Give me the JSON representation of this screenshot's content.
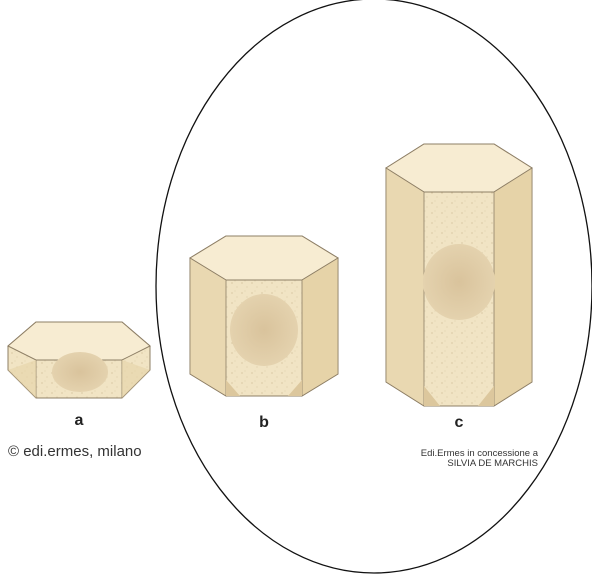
{
  "labels": {
    "a": "a",
    "b": "b",
    "c": "c"
  },
  "copyright": "© edi.ermes, milano",
  "credit": {
    "line1": "Edi.Ermes in concessione a",
    "line2": "SILVIA DE MARCHIS"
  },
  "colors": {
    "crystal_face": "#f1e4c4",
    "crystal_top": "#f7ecd2",
    "crystal_side": "#e6d3a8",
    "crystal_edge": "#8e7f66",
    "inclusion": "#ddc9a4",
    "outline": "#111111"
  }
}
